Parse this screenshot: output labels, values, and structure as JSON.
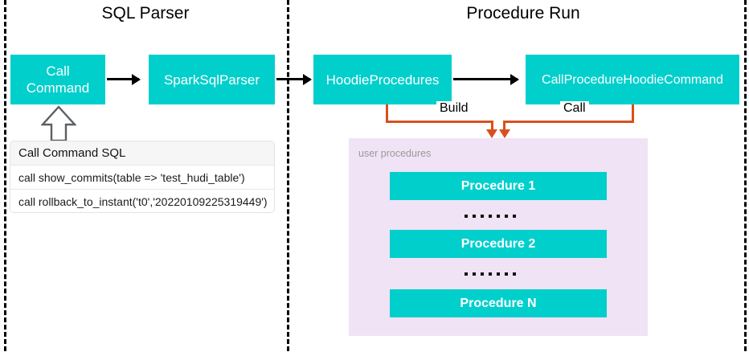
{
  "diagram": {
    "sections": [
      {
        "title": "SQL Parser"
      },
      {
        "title": "Procedure Run"
      }
    ],
    "nodes": {
      "call_command": "Call\nCommand",
      "call_command_line1": "Call",
      "call_command_line2": "Command",
      "spark_sql_parser": "SparkSqlParser",
      "hoodie_procedures": "HoodieProcedures",
      "call_procedure_hoodie_command": "CallProcedureHoodieCommand"
    },
    "edge_labels": {
      "build": "Build",
      "call": "Call"
    },
    "sql_card": {
      "header": "Call Command SQL",
      "rows": [
        "call show_commits(table => 'test_hudi_table')",
        "call rollback_to_instant('t0','20220109225319449')"
      ]
    },
    "procedures_panel": {
      "label": "user procedures",
      "items": [
        "Procedure 1",
        "Procedure 2",
        "Procedure N"
      ],
      "ellipsis": "......."
    },
    "colors": {
      "teal": "#01cfcc",
      "panel_pink": "#f0e3f6",
      "orange": "#d94f1e",
      "arrow_black": "#000000",
      "card_header_bg": "#f6f6f6",
      "panel_label_gray": "#9a9a9a"
    }
  }
}
